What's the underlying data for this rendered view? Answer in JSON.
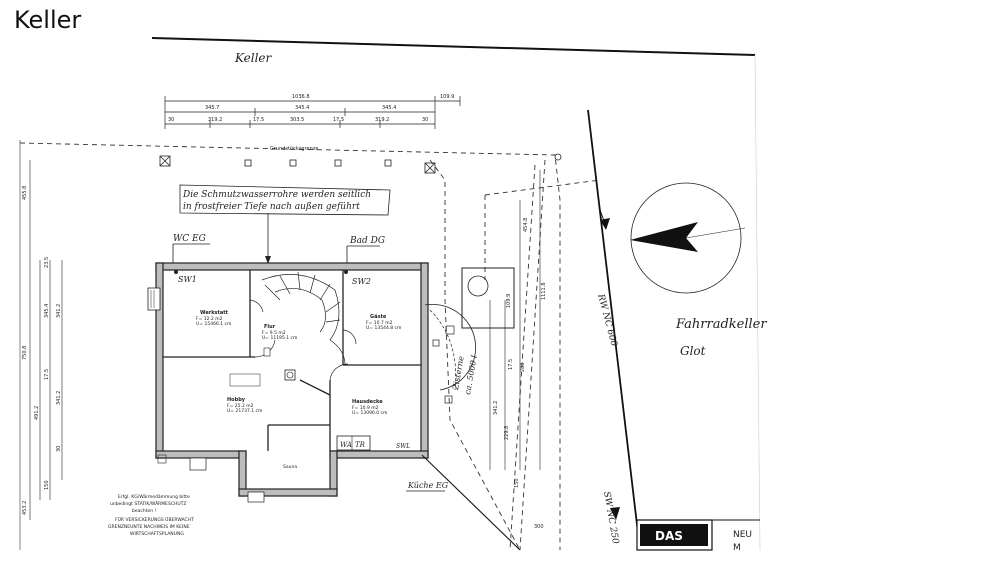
{
  "page": {
    "title": "Keller"
  },
  "plan": {
    "heading": "Keller",
    "note_line1": "Die Schmutzwasserrohre werden seitlich",
    "note_line2": "in frostfreier Tiefe nach außen geführt",
    "labels": {
      "wc_eg": "WC EG",
      "bad_dg": "Bad DG",
      "sw1": "SW1",
      "sw2": "SW2",
      "swl": "SWL",
      "kueche_eg": "Küche EG",
      "wa": "WA",
      "tr": "TR",
      "zisterne_1": "Zisterne",
      "zisterne_2": "ca. 5000 l",
      "rw_600": "RW NC 600",
      "sw_250": "SW NC 250",
      "fahrradkeller_1": "Fahrradkeller",
      "fahrradkeller_2": "Glot",
      "grundstuecksgrenze": "Grundstücksgrenze",
      "sauna": "Sauna"
    },
    "rooms": {
      "werkstatt": {
        "name": "Werkstatt",
        "f": "F= 12.2 m2",
        "u": "U= 15466.1 cm"
      },
      "flur": {
        "name": "Flur",
        "f": "F= 9.5 m2",
        "u": "U= 11195.1 cm"
      },
      "gaeste": {
        "name": "Gäste",
        "f": "F= 10.7 m2",
        "u": "U= 13544.8 cm"
      },
      "hobby": {
        "name": "Hobby",
        "f": "F= 25.2 m2",
        "u": "U= 21737.1 cm"
      },
      "hausdecke": {
        "name": "Hausdecke",
        "f": "F= 10.9 m2",
        "u": "U= 13096.0 cm"
      }
    },
    "top_dims": {
      "row1": [
        "1036.8",
        "109.9"
      ],
      "row2": [
        "345.7",
        "345.4",
        "345.4"
      ],
      "row3": [
        "30",
        "319.2",
        "17.5",
        "303.5",
        "17.5",
        "319.2",
        "30"
      ]
    },
    "left_dims": [
      "455.8",
      "23.5",
      "345.4",
      "341.2",
      "750.8",
      "491.2",
      "17.5",
      "341.2",
      "30",
      "453.2",
      "150"
    ],
    "right_dims": [
      "454.8",
      "1111.8",
      "280",
      "17.5",
      "341.2",
      "229.8",
      "109.9",
      "150",
      "300"
    ],
    "footnote": [
      "Erfgl. KG/Wärmedämmung bitte",
      "unbedingt STATIK/WÄRMESCHUTZ",
      "beachten !",
      "FÜR VERSICKERUNGS ÜBERWACHT",
      "GRENZNEUNTE NACHWEIS IM KEINE",
      "WIRTSCHAFTSPLANUNG"
    ],
    "stamp_text": "DAS",
    "corner_text_1": "NEU",
    "corner_text_2": "M"
  },
  "colors": {
    "ink": "#1a1a1a",
    "wall_fill": "#bdbdbd",
    "paper": "#ffffff"
  }
}
